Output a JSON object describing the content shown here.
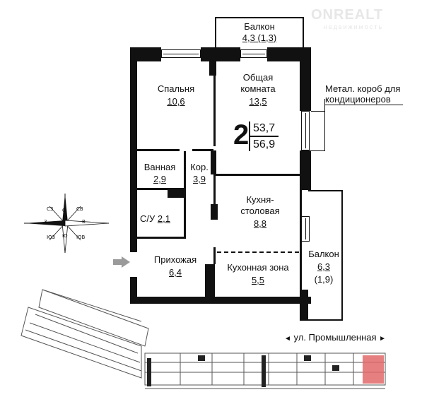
{
  "watermark": {
    "brand": "ONREALT",
    "tagline": "недвижимость"
  },
  "apartment": {
    "rooms": "2",
    "area_living": "53,7",
    "area_total": "56,9"
  },
  "rooms": [
    {
      "id": "balcony_top",
      "name": "Балкон",
      "area": "4,3 (1,3)"
    },
    {
      "id": "bedroom",
      "name": "Спальня",
      "area": "10,6"
    },
    {
      "id": "living",
      "name": "Общая комната",
      "area": "13,5"
    },
    {
      "id": "bathroom",
      "name": "Ванная",
      "area": "2,9"
    },
    {
      "id": "corridor",
      "name": "Кор.",
      "area": "3,9"
    },
    {
      "id": "toilet",
      "name": "С/У",
      "area": "2,1"
    },
    {
      "id": "kitchen_dining",
      "name": "Кухня-столовая",
      "area": "8,8"
    },
    {
      "id": "hallway",
      "name": "Прихожая",
      "area": "6,4"
    },
    {
      "id": "kitchen_zone",
      "name": "Кухонная зона",
      "area": "5,5"
    },
    {
      "id": "balcony_right",
      "name": "Балкон",
      "area": "6,3",
      "area_extra": "(1,9)"
    }
  ],
  "annotation": {
    "ac_box": "Метал. короб для кондиционеров"
  },
  "street": {
    "label": "ул. Промышленная"
  },
  "compass": {
    "n": "С",
    "s": "Ю",
    "e": "В",
    "w": "З",
    "ne": "СВ",
    "nw": "СЗ",
    "se": "ЮВ",
    "sw": "ЮЗ"
  },
  "colors": {
    "wall": "#111111",
    "highlight": "#e26a6a",
    "arrow": "#9a9a9a"
  }
}
